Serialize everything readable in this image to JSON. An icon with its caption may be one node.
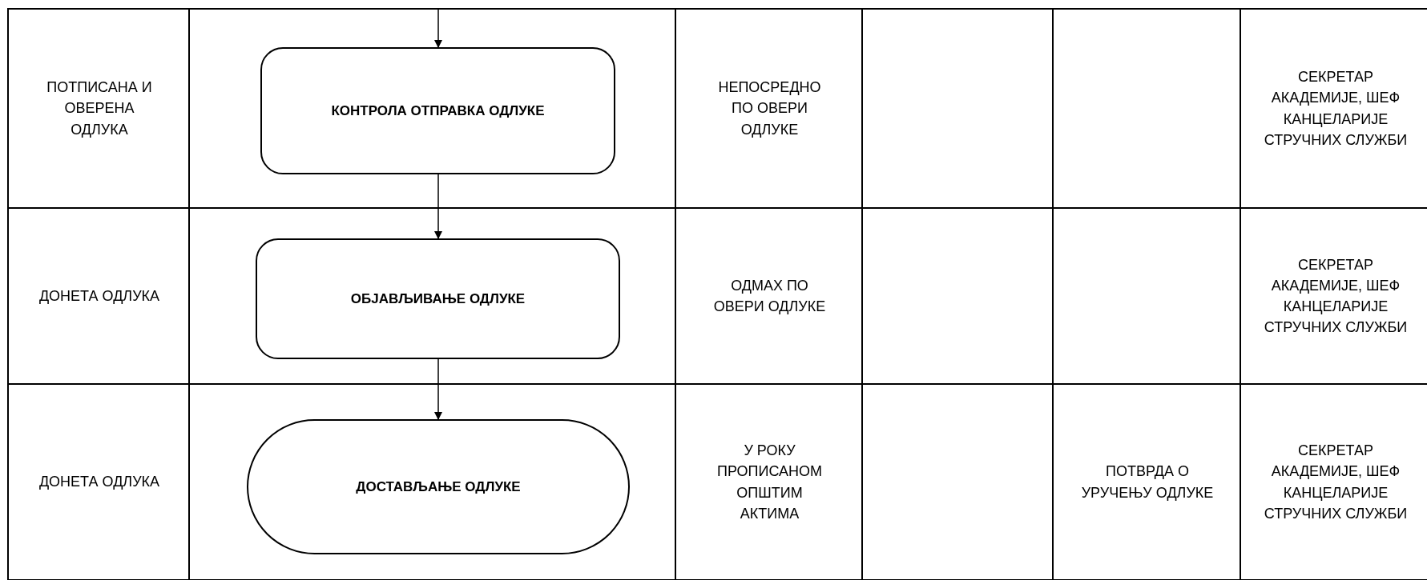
{
  "diagram": {
    "nodes": [
      {
        "text": [
          "КОНТРОЛА ОТПРАВКА ОДЛУКЕ"
        ]
      },
      {
        "text": [
          "ОБЈАВЉИВАЊЕ ОДЛУКЕ"
        ]
      },
      {
        "text": [
          "ДОСТАВЉАЊЕ ОДЛУКЕ"
        ]
      }
    ],
    "edges": [
      {
        "from": null,
        "to": 0,
        "arrow": "to"
      },
      {
        "from": 0,
        "to": 1,
        "arrow": "to"
      },
      {
        "from": 1,
        "to": 2,
        "arrow": "to"
      }
    ],
    "labels": [
      "ПОТПИСАНА И ОВЕРЕНА ОДЛУКА",
      "НЕПОСРЕДНО ПО ОВЕРИ ОДЛУКЕ",
      "СЕКРЕТАР АКАДЕМИЈЕ, ШЕФ КАНЦЕЛАРИЈЕ СТРУЧНИХ СЛУЖБИ",
      "ДОНЕТА ОДЛУКА",
      "ОДМАХ ПО ОВЕРИ ОДЛУКЕ",
      "СЕКРЕТАР АКАДЕМИЈЕ, ШЕФ КАНЦЕЛАРИЈЕ СТРУЧНИХ СЛУЖБИ",
      "ДОНЕТА ОДЛУКА",
      "У РОКУ ПРОПИСАНОМ ОПШТИМ АКТИМА",
      "ПОТВРДА О УРУЧЕЊУ ОДЛУКЕ",
      "СЕКРЕТАР АКАДЕМИЈЕ, ШЕФ КАНЦЕЛАРИЈЕ СТРУЧНИХ СЛУЖБИ"
    ]
  }
}
